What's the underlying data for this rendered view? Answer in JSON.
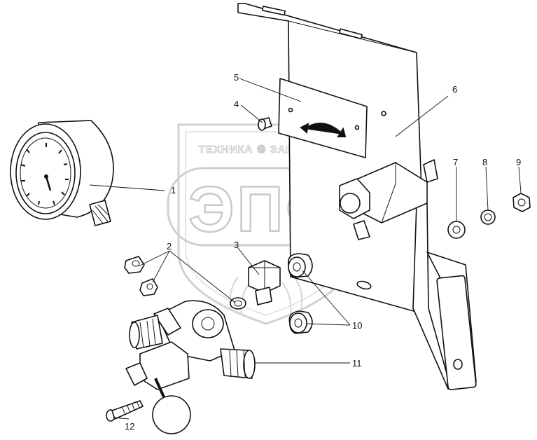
{
  "watermark": {
    "brand_line": "ТЕХНИКА ⚙ ЗАПЧАСТИ",
    "logo": "ЭПФ"
  },
  "callouts": [
    {
      "id": "c1",
      "text": "1"
    },
    {
      "id": "c2",
      "text": "2"
    },
    {
      "id": "c3",
      "text": "3"
    },
    {
      "id": "c4",
      "text": "4"
    },
    {
      "id": "c5",
      "text": "5"
    },
    {
      "id": "c6",
      "text": "6"
    },
    {
      "id": "c7",
      "text": "7"
    },
    {
      "id": "c8",
      "text": "8"
    },
    {
      "id": "c9",
      "text": "9"
    },
    {
      "id": "c10",
      "text": "10"
    },
    {
      "id": "c11",
      "text": "11"
    },
    {
      "id": "c12",
      "text": "12"
    }
  ]
}
